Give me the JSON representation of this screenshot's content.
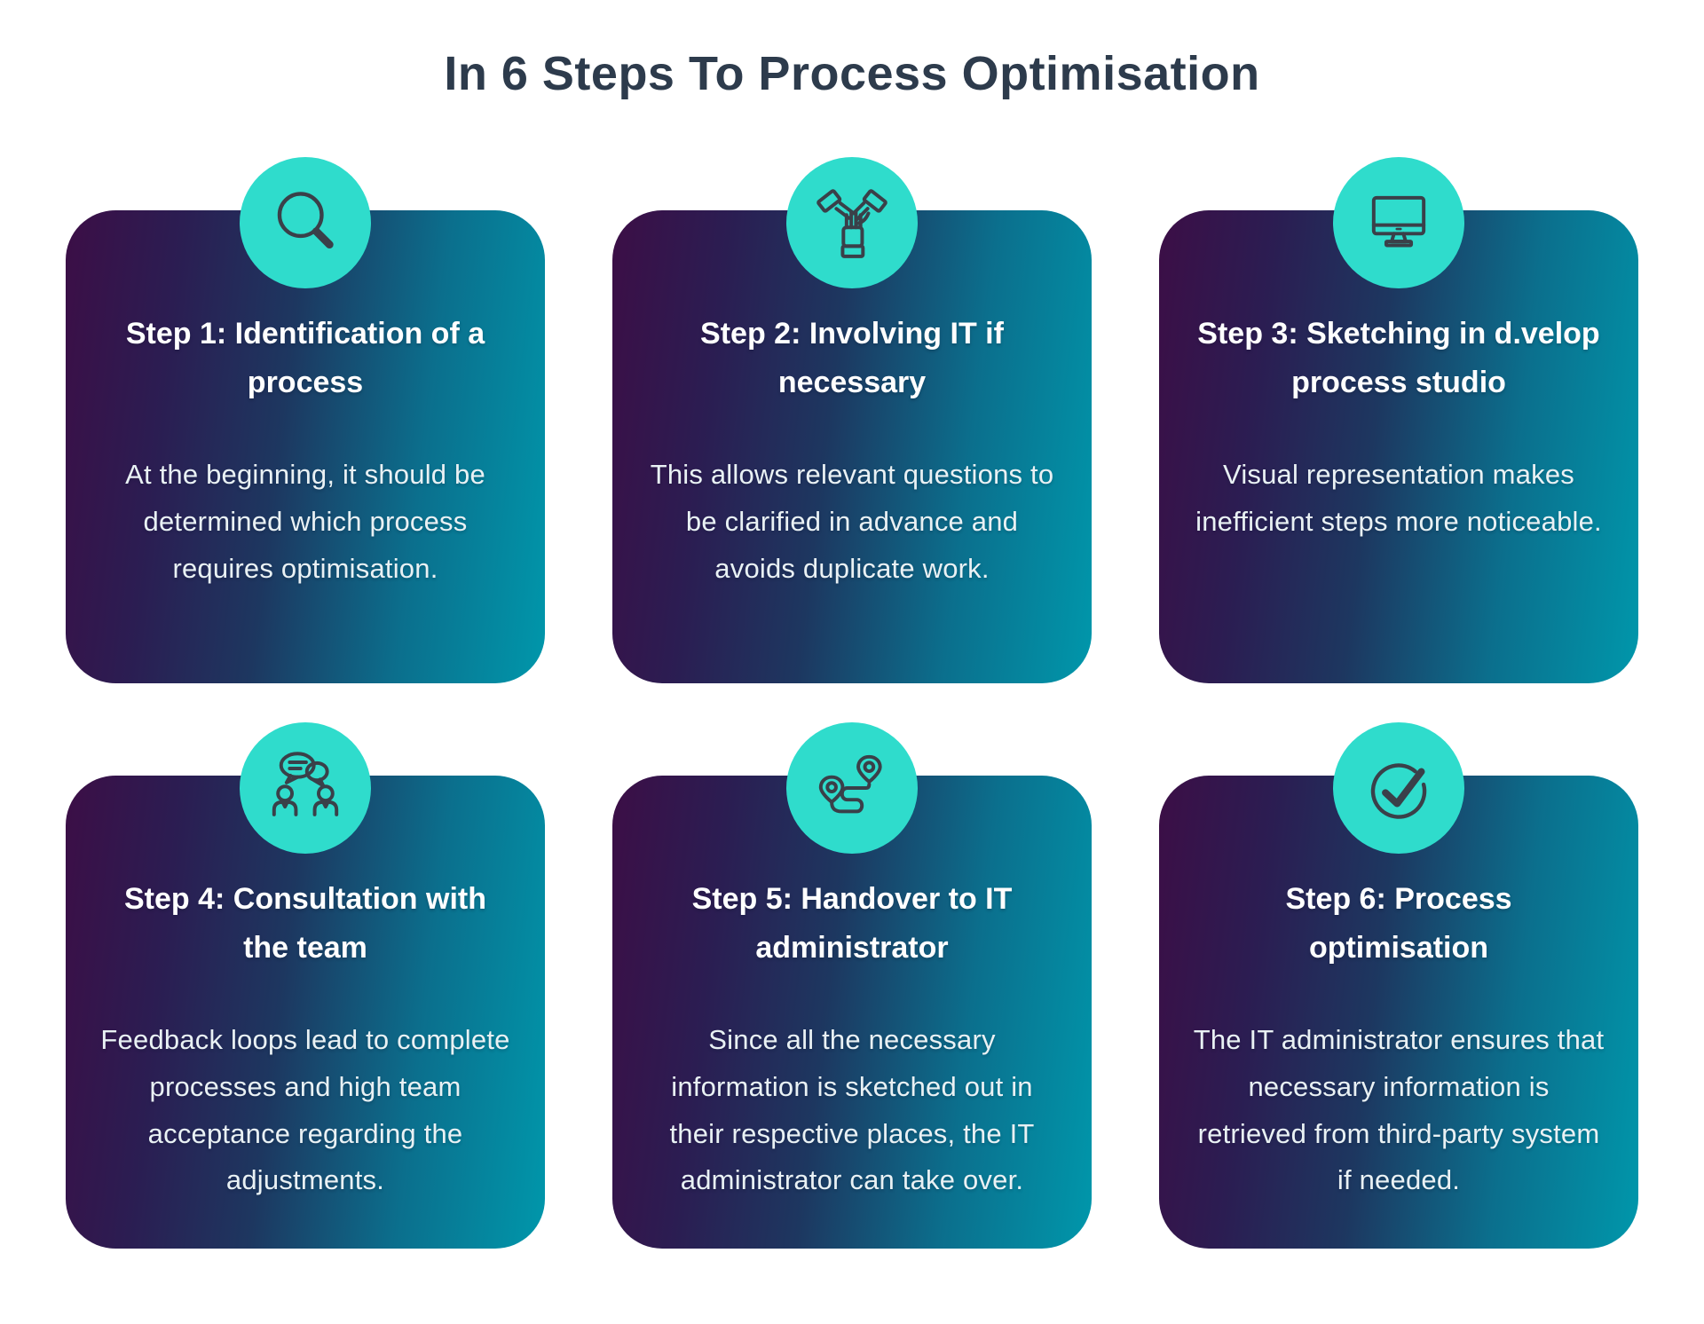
{
  "page": {
    "title": "In 6 Steps To Process Optimisation"
  },
  "theme": {
    "background": "#ffffff",
    "title_color": "#2d3b4c",
    "card_gradient_start": "#3c0e46",
    "card_gradient_mid": "#1d3760",
    "card_gradient_end": "#0097ab",
    "icon_circle_color": "#2fdccc",
    "icon_stroke_color": "#3a4049",
    "card_title_color": "#ffffff",
    "card_body_color": "#e9f1f4"
  },
  "cards": [
    {
      "icon": "magnifier-icon",
      "title": "Step 1: Identification of a process",
      "body": "At the beginning, it should be determined which process requires optimisation."
    },
    {
      "icon": "teamwork-hands-icon",
      "title": "Step 2: Involving IT if necessary",
      "body": "This allows relevant questions to be clarified in advance and avoids duplicate work."
    },
    {
      "icon": "monitor-icon",
      "title": "Step 3: Sketching in d.velop process studio",
      "body": "Visual representation makes inefficient steps more noticeable."
    },
    {
      "icon": "consultation-icon",
      "title": "Step 4: Consultation with the team",
      "body": "Feedback loops lead to complete processes and high team acceptance regarding the adjustments."
    },
    {
      "icon": "route-icon",
      "title": "Step 5: Handover to IT administrator",
      "body": "Since all the necessary information is sketched out in their respective places, the IT administrator can take over."
    },
    {
      "icon": "check-icon",
      "title": "Step 6: Process optimisation",
      "body": "The IT administrator ensures that necessary information is retrieved from third-party system if needed."
    }
  ]
}
